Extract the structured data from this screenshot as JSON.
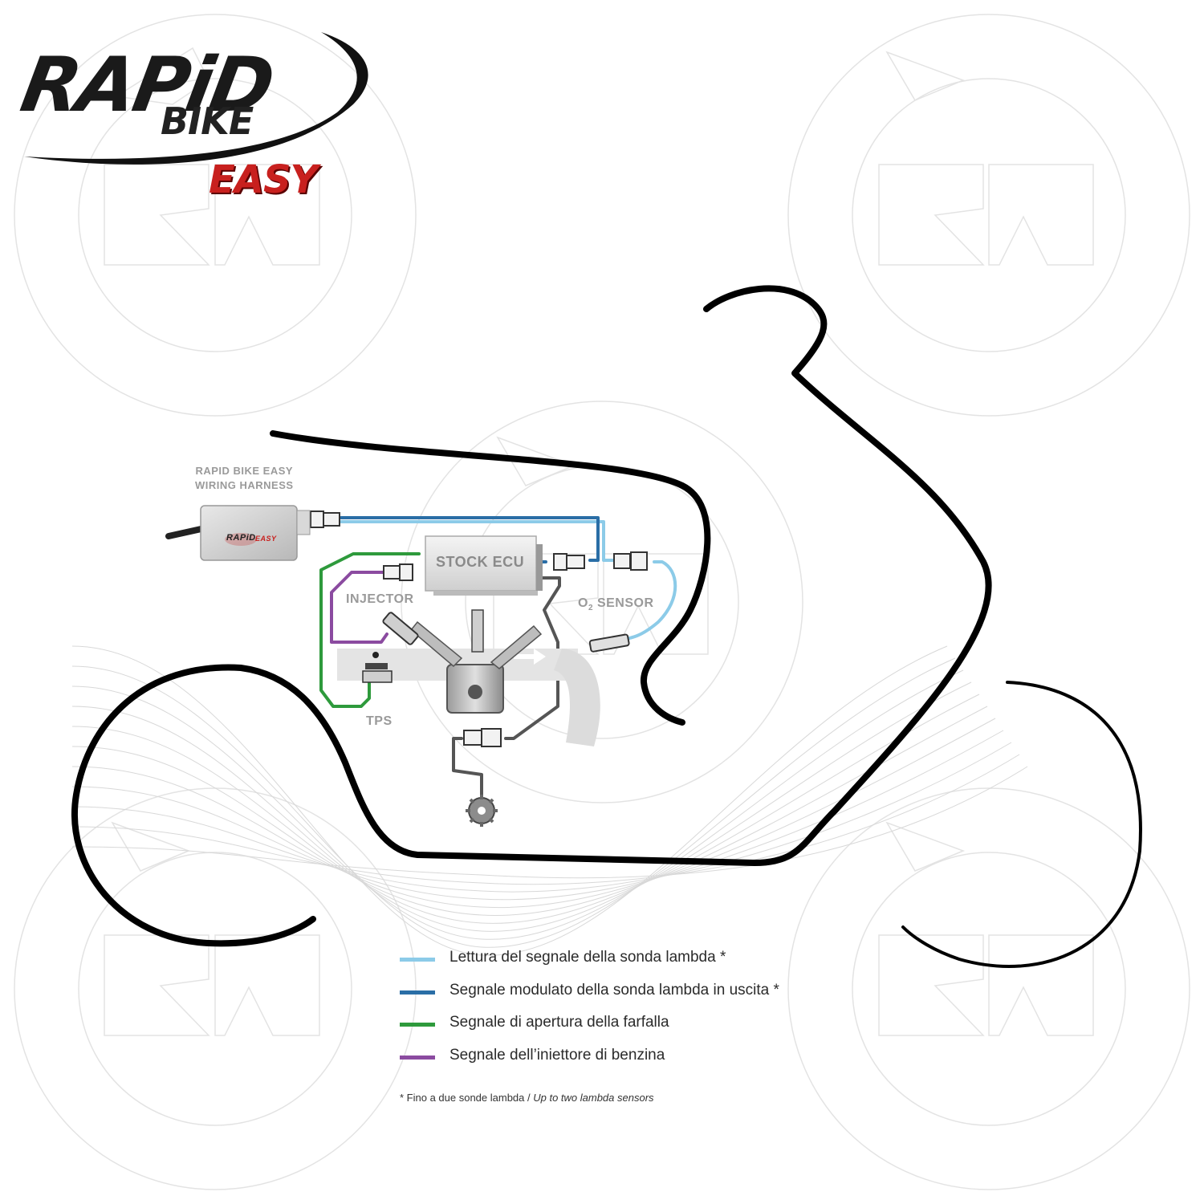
{
  "logo": {
    "line1": "RAPiD",
    "line2": "BIKE",
    "line3": "EASY"
  },
  "labels": {
    "harness": [
      "RAPID BIKE EASY",
      "WIRING HARNESS"
    ],
    "stock_ecu": "STOCK ECU",
    "injector": "INJECTOR",
    "o2_sensor_prefix": "O",
    "o2_sensor_sub": "2",
    "o2_sensor_suffix": " SENSOR",
    "tps": "TPS",
    "module_brand": "RAPiD",
    "module_model": "EASY"
  },
  "legend": [
    {
      "text": "Lettura del segnale della sonda lambda *",
      "color": "#8ccbe8"
    },
    {
      "text": "Segnale modulato della sonda lambda in uscita *",
      "color": "#2a6ea6"
    },
    {
      "text": "Segnale di apertura della farfalla",
      "color": "#2e9a3c"
    },
    {
      "text": "Segnale dell’iniettore di benzina",
      "color": "#8b4ba0"
    }
  ],
  "footnote": {
    "it": "* Fino a due sonde lambda / ",
    "en": "Up to two lambda sensors"
  },
  "colors": {
    "lambda_read": "#8ccbe8",
    "lambda_out": "#2a6ea6",
    "throttle": "#2e9a3c",
    "injector": "#8b4ba0",
    "ground": "#555555",
    "outline": "#000000",
    "logo_red": "#c8201e"
  }
}
